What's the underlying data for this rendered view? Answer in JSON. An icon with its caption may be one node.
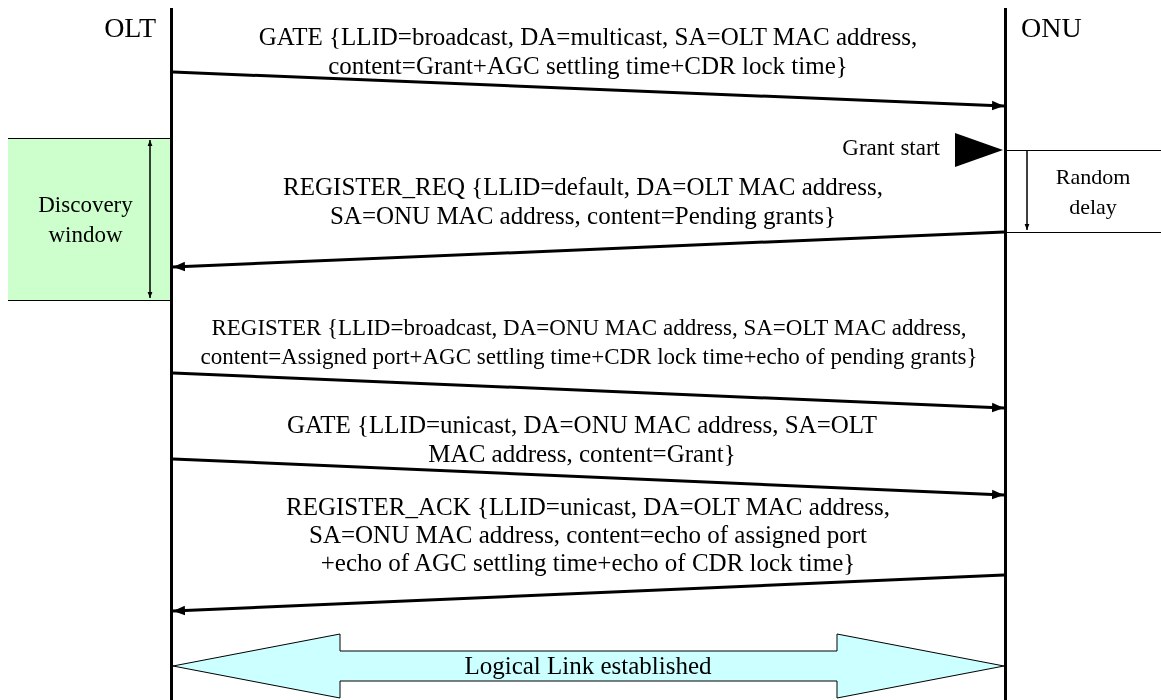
{
  "diagram": {
    "nodes": [
      {
        "text": [
          "OLT"
        ]
      },
      {
        "text": [
          "ONU"
        ]
      },
      {
        "text": [
          "Discovery window"
        ]
      },
      {
        "text": [
          "Random delay"
        ]
      }
    ],
    "edges": [
      {
        "from": 0,
        "to": 1,
        "arrow": "to",
        "label": "GATE {LLID=broadcast, DA=multicast, SA=OLT MAC address, content=Grant+AGC settling time+CDR lock time}"
      },
      {
        "from": 1,
        "to": 0,
        "arrow": "to",
        "label": "REGISTER_REQ {LLID=default, DA=OLT MAC address, SA=ONU MAC address, content=Pending grants}"
      },
      {
        "from": 0,
        "to": 1,
        "arrow": "to",
        "label": "REGISTER {LLID=broadcast, DA=ONU MAC address, SA=OLT MAC address, content=Assigned port+AGC settling time+CDR lock time+echo of pending grants}"
      },
      {
        "from": 0,
        "to": 1,
        "arrow": "to",
        "label": "GATE {LLID=unicast, DA=ONU MAC address, SA=OLT MAC address, content=Grant}"
      },
      {
        "from": 1,
        "to": 0,
        "arrow": "to",
        "label": "REGISTER_ACK {LLID=unicast, DA=OLT MAC address, SA=ONU MAC address, content=echo of assigned port +echo of AGC settling time+echo of CDR lock time}"
      },
      {
        "from": 0,
        "to": 1,
        "arrow": "both",
        "label": "Logical Link established",
        "style": "thick",
        "color": "#ccffff"
      }
    ],
    "labels": [
      "Grant start"
    ]
  }
}
